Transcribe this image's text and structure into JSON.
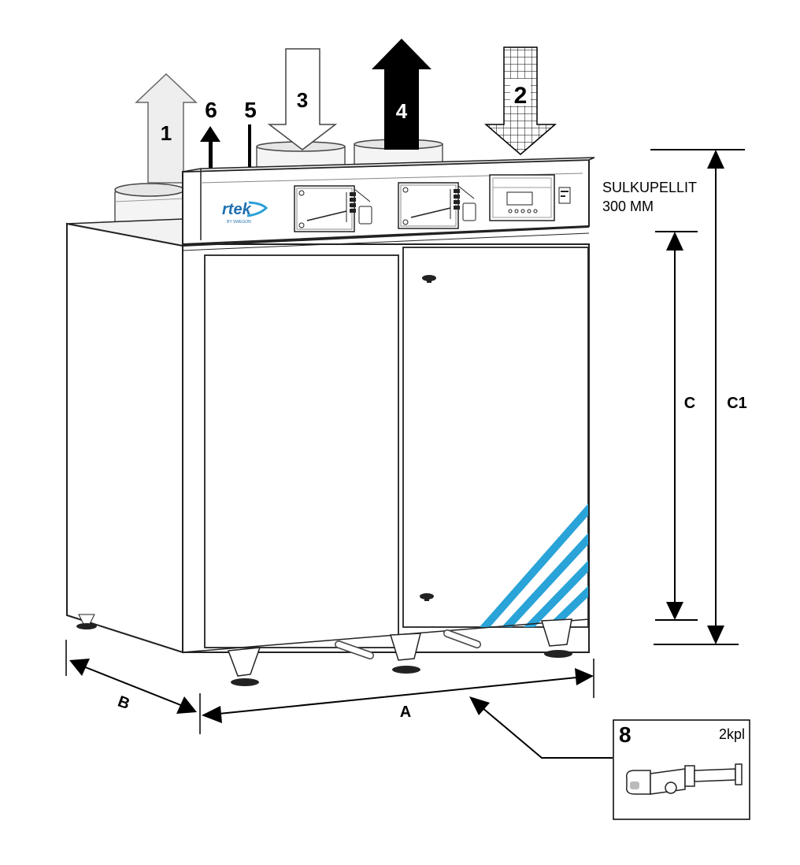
{
  "callouts": {
    "n1": "1",
    "n2": "2",
    "n3": "3",
    "n4": "4",
    "n5": "5",
    "n6": "6",
    "n8": "8"
  },
  "brand": {
    "logo": "rtek",
    "logo_sub": "BY SWEGON"
  },
  "note": {
    "line1": "SULKUPELLIT",
    "line2": "300 MM"
  },
  "dimensions": {
    "a": "A",
    "b": "B",
    "c": "C",
    "c1": "C1"
  },
  "accessory": {
    "qty": "2kpl"
  },
  "colors": {
    "stripe": "#29a3d8",
    "arrow_dark": "#000000",
    "arrow_light": "#eeeeee"
  }
}
